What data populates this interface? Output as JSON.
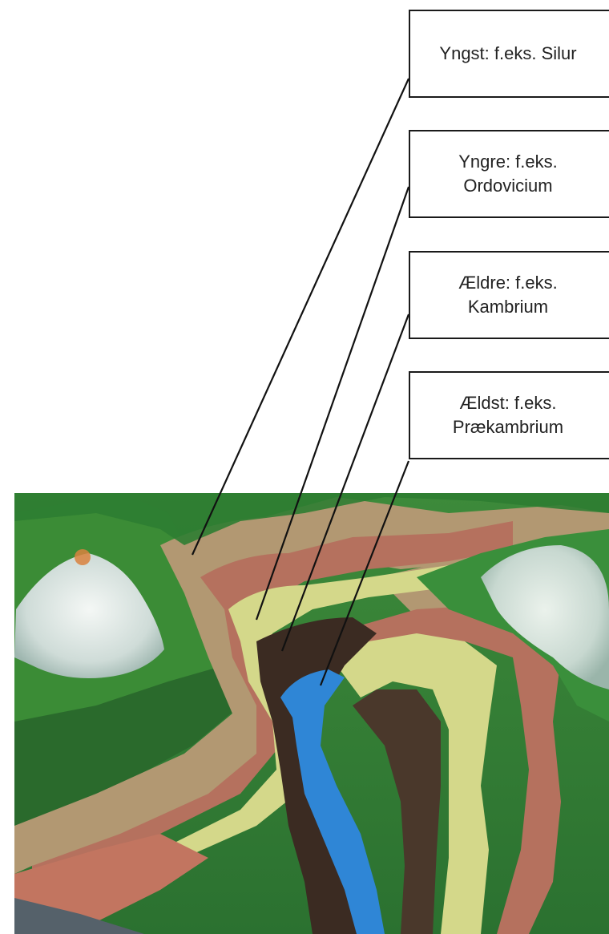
{
  "labels": [
    {
      "id": "youngest",
      "text": "Yngst: f.eks. Silur"
    },
    {
      "id": "younger",
      "text": "Yngre: f.eks.\nOrdovicium"
    },
    {
      "id": "older",
      "text": "Ældre: f.eks.\nKambrium"
    },
    {
      "id": "oldest",
      "text": "Ældst: f.eks.\nPrækambrium"
    }
  ],
  "colors": {
    "forest_green": "#3f8f3a",
    "silur_tan": "#b29872",
    "ordovicium_rust": "#b5715e",
    "kambrium_yellow": "#d4d88a",
    "prekambrium_dark": "#3b2b22",
    "river_blue": "#2f86d6",
    "snow": "#e9f1ef"
  }
}
